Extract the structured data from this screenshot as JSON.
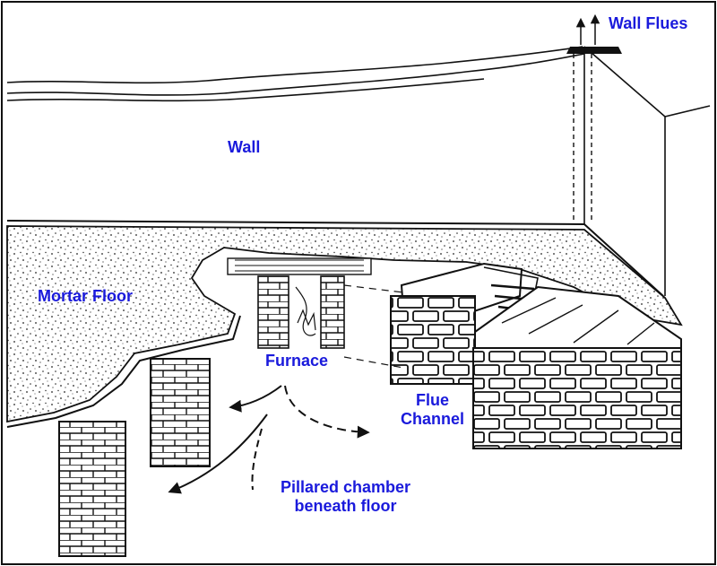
{
  "colors": {
    "label": "#1a1adc",
    "ink": "#111111",
    "paper": "#ffffff"
  },
  "labels": {
    "wall": "Wall",
    "wall_flues": "Wall Flues",
    "mortar_floor": "Mortar Floor",
    "furnace": "Furnace",
    "flue_channel_line1": "Flue",
    "flue_channel_line2": "Channel",
    "pillared_line1": "Pillared chamber",
    "pillared_line2": "beneath floor"
  }
}
